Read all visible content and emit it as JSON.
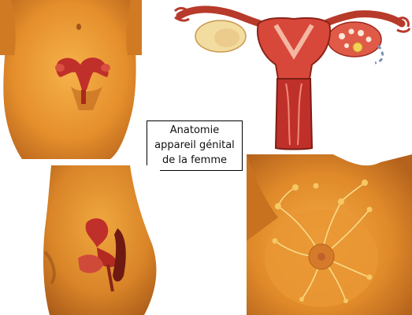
{
  "caption": {
    "line1": "Anatomie",
    "line2": "appareil génital",
    "line3": "de la femme"
  },
  "colors": {
    "skin_light": "#f0a43c",
    "skin_mid": "#e08a2a",
    "skin_dark": "#b8641c",
    "organ_red": "#c0302a",
    "organ_dark": "#7a1e14",
    "ovary_pale": "#f2dca0",
    "tube_blue_arrow": "#7b93b8",
    "caption_border": "#000000"
  },
  "panels": [
    {
      "id": "front",
      "subject": "front-torso-with-uterus"
    },
    {
      "id": "uterus",
      "subject": "uterus-ovaries-fallopian-tubes"
    },
    {
      "id": "side",
      "subject": "side-view-pelvis"
    },
    {
      "id": "breast",
      "subject": "breast-mammary-glands"
    }
  ]
}
